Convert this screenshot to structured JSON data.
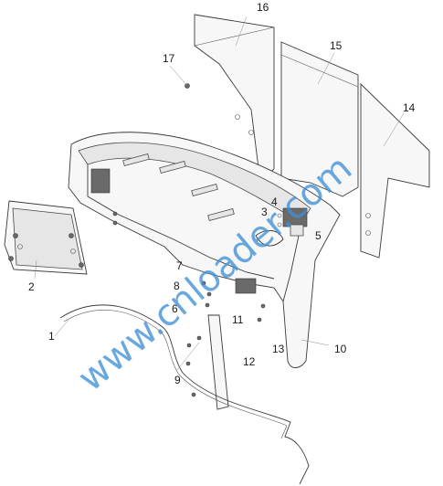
{
  "diagram": {
    "callouts": [
      {
        "id": "c1",
        "label": "1"
      },
      {
        "id": "c2",
        "label": "2"
      },
      {
        "id": "c3",
        "label": "3"
      },
      {
        "id": "c4",
        "label": "4"
      },
      {
        "id": "c5",
        "label": "5"
      },
      {
        "id": "c6",
        "label": "6"
      },
      {
        "id": "c7",
        "label": "7"
      },
      {
        "id": "c8",
        "label": "8"
      },
      {
        "id": "c9",
        "label": "9"
      },
      {
        "id": "c10",
        "label": "10"
      },
      {
        "id": "c11",
        "label": "11"
      },
      {
        "id": "c12",
        "label": "12"
      },
      {
        "id": "c13",
        "label": "13"
      },
      {
        "id": "c14",
        "label": "14"
      },
      {
        "id": "c15",
        "label": "15"
      },
      {
        "id": "c16",
        "label": "16"
      },
      {
        "id": "c17",
        "label": "17"
      }
    ]
  },
  "watermark": {
    "text": "www.cnloader.com",
    "color": "#3f8fd6"
  }
}
